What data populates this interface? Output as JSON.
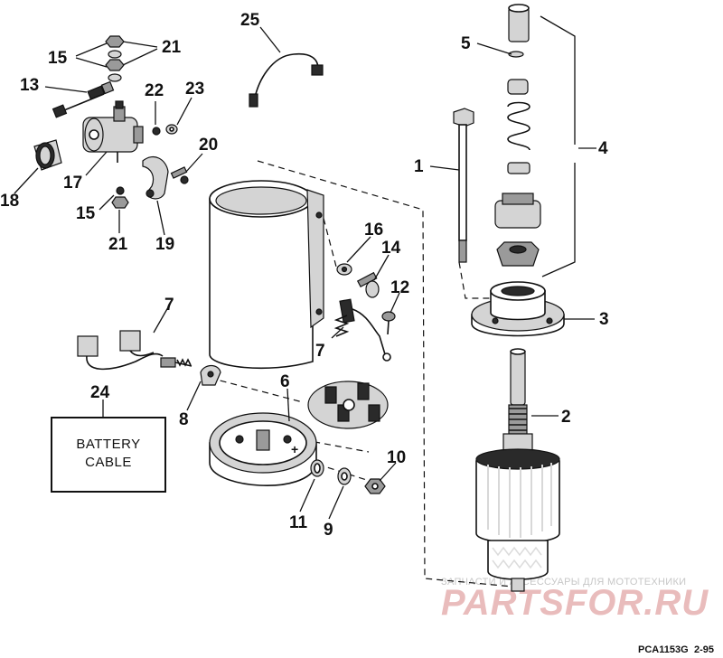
{
  "callouts": {
    "c1": "1",
    "c2": "2",
    "c3": "3",
    "c4": "4",
    "c5": "5",
    "c6": "6",
    "c7a": "7",
    "c7b": "7",
    "c8": "8",
    "c9": "9",
    "c10": "10",
    "c11": "11",
    "c12": "12",
    "c13": "13",
    "c14": "14",
    "c15a": "15",
    "c15b": "15",
    "c16": "16",
    "c17": "17",
    "c18": "18",
    "c19": "19",
    "c20": "20",
    "c21a": "21",
    "c21b": "21",
    "c22": "22",
    "c23": "23",
    "c24": "24",
    "c25": "25"
  },
  "battery_box": {
    "line1": "BATTERY",
    "line2": "CABLE"
  },
  "watermark": {
    "tagline": "ЗАПЧАСТИ И АКСЕССУАРЫ ДЛЯ МОТОТЕХНИКИ",
    "brand": "PARTSFOR.RU"
  },
  "drawing_code": {
    "id": "PCA1153G",
    "rev": "2-95"
  },
  "colors": {
    "ink": "#111111",
    "watermark": "#e9bcbc",
    "paper": "#ffffff"
  }
}
